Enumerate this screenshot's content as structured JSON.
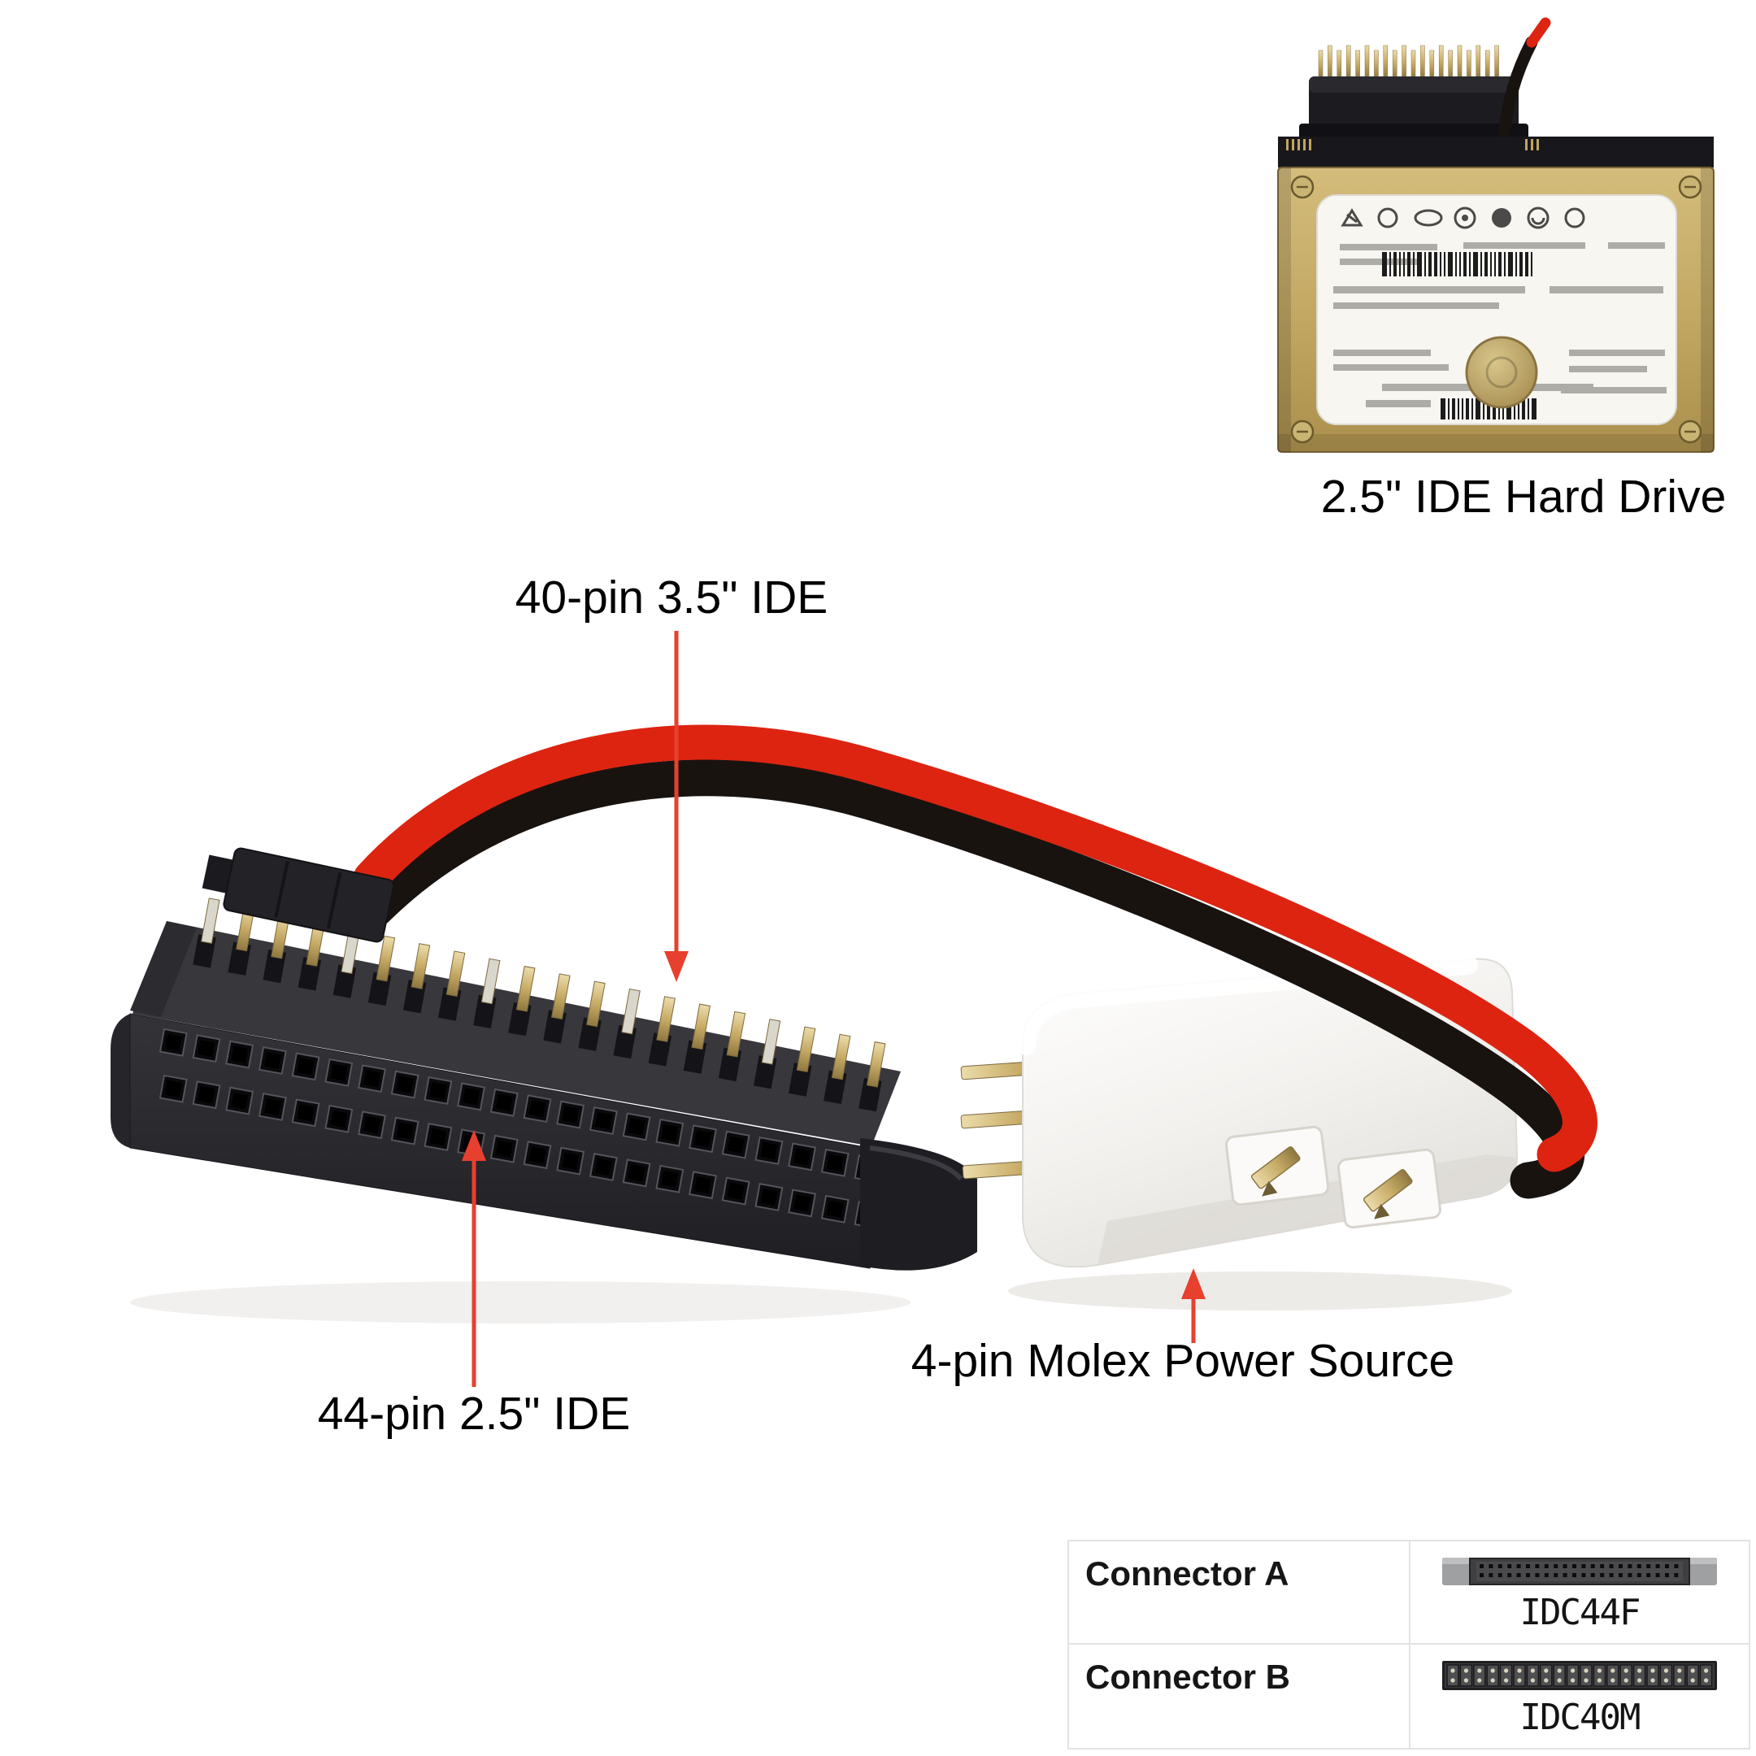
{
  "page": {
    "background": "#ffffff"
  },
  "colors": {
    "accent_red": "#e8402e",
    "wire_red": "#dd2411",
    "wire_black": "#191310",
    "plastic_dark": "#2c2b2f",
    "molex_white": "#f7f6f3",
    "gold": "#c9b179",
    "drive_gold": "#c2a866",
    "table_border": "#e3e3e3",
    "label_text": "#000000"
  },
  "annotations": {
    "hard_drive_label": "2.5\" IDE Hard Drive",
    "ide40_label": "40-pin 3.5\" IDE",
    "ide44_label": "44-pin 2.5\" IDE",
    "molex_label": "4-pin Molex Power Source"
  },
  "product": {
    "connector_a": {
      "code": "IDC44F",
      "pins": 44,
      "rows": 2
    },
    "connector_b": {
      "code": "IDC40M",
      "pins": 40,
      "rows": 2
    },
    "molex": {
      "pins": 4,
      "visible_pins": 2
    }
  },
  "spec_table": {
    "rows": [
      {
        "name": "Connector A",
        "code": "IDC44F",
        "graphic": "idc44f"
      },
      {
        "name": "Connector B",
        "code": "IDC40M",
        "graphic": "idc40m"
      }
    ]
  }
}
